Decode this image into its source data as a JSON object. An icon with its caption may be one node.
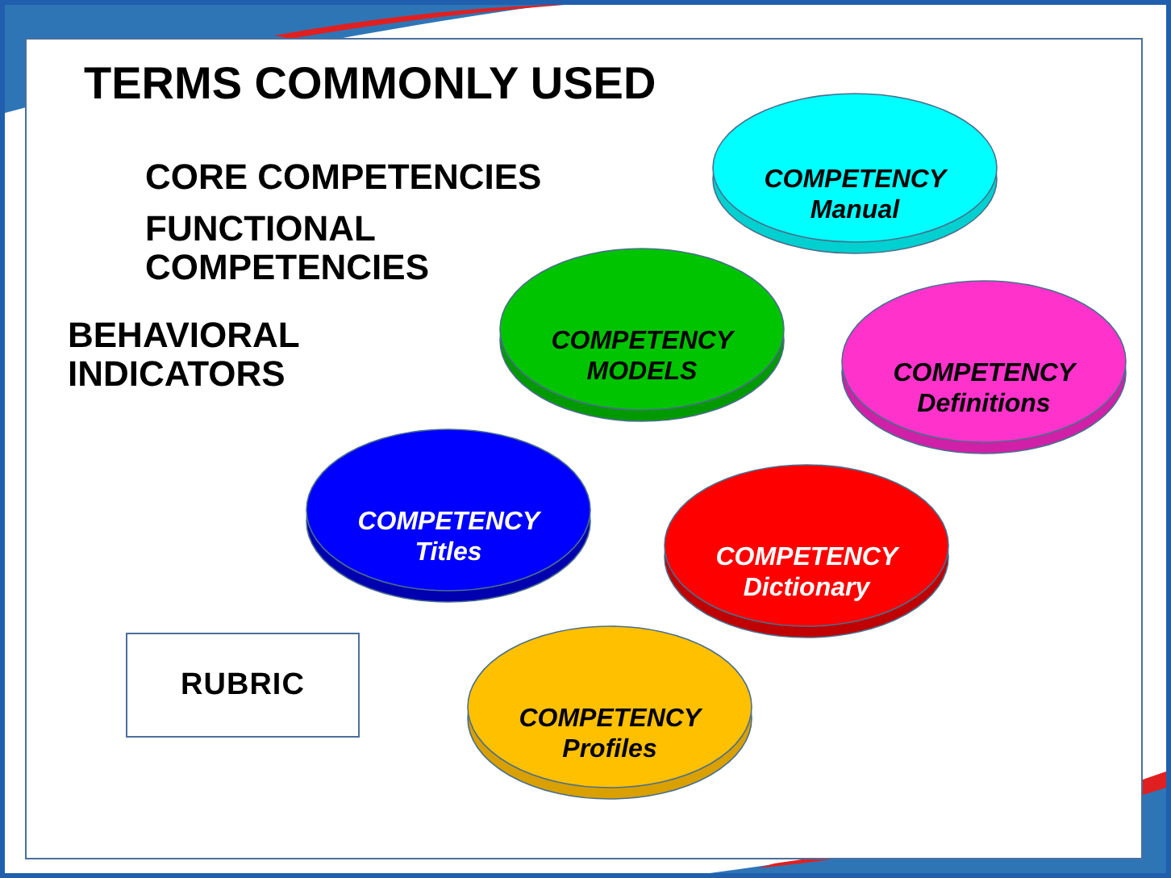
{
  "diagram": {
    "title": "TERMS COMMONLY USED",
    "nodes": [
      {
        "text": [
          "COMPETENCY Manual"
        ]
      },
      {
        "text": [
          "COMPETENCY MODELS"
        ]
      },
      {
        "text": [
          "COMPETENCY Definitions"
        ]
      },
      {
        "text": [
          "COMPETENCY Titles"
        ]
      },
      {
        "text": [
          "COMPETENCY Dictionary"
        ]
      },
      {
        "text": [
          "RUBRIC"
        ]
      },
      {
        "text": [
          "COMPETENCY Profiles"
        ]
      }
    ],
    "labels": [
      "CORE COMPETENCIES",
      "FUNCTIONAL COMPETENCIES",
      "BEHAVIORAL INDICATORS"
    ]
  }
}
